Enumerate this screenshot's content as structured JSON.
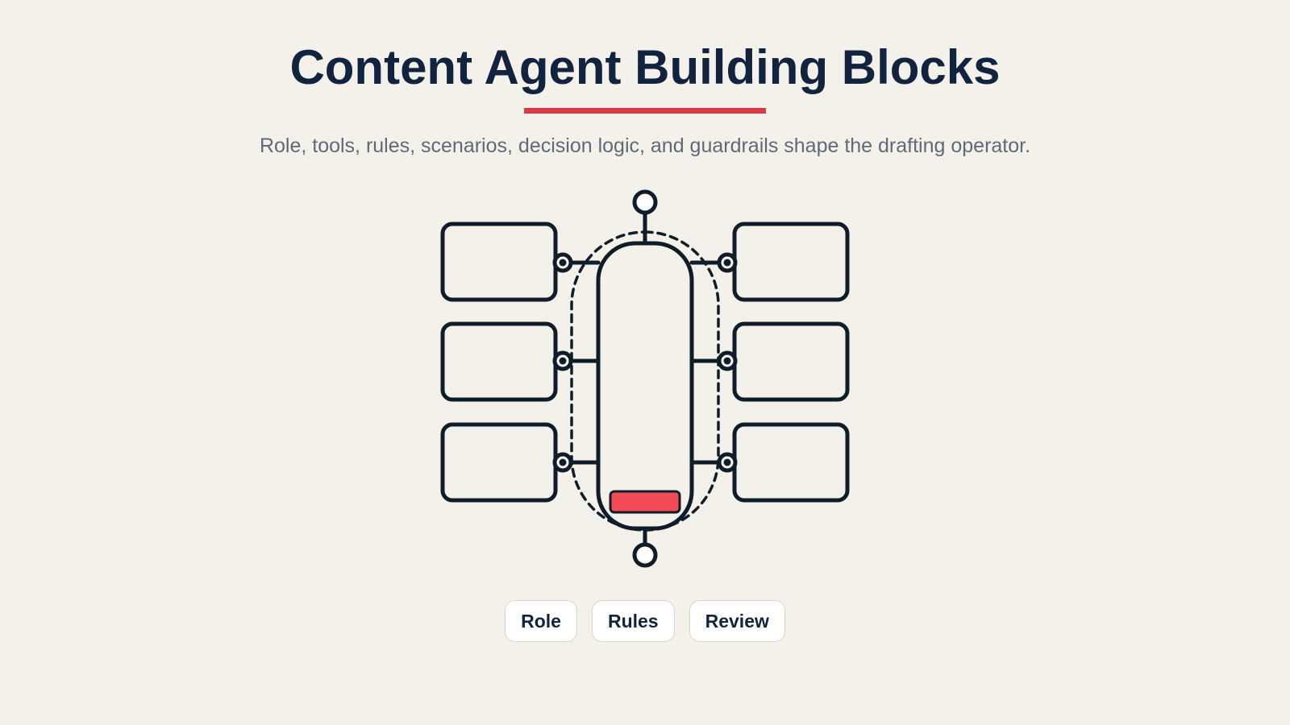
{
  "header": {
    "title": "Content Agent Building Blocks",
    "subtitle": "Role, tools, rules, scenarios, decision logic, and guardrails shape the drafting operator."
  },
  "chips": [
    {
      "label": "Role"
    },
    {
      "label": "Rules"
    },
    {
      "label": "Review"
    }
  ],
  "colors": {
    "background": "#f4f1ea",
    "title": "#10243f",
    "accent": "#d83a44",
    "stroke": "#0f1d2b",
    "highlight": "#f24b55",
    "subtitle": "#5f6a78"
  }
}
